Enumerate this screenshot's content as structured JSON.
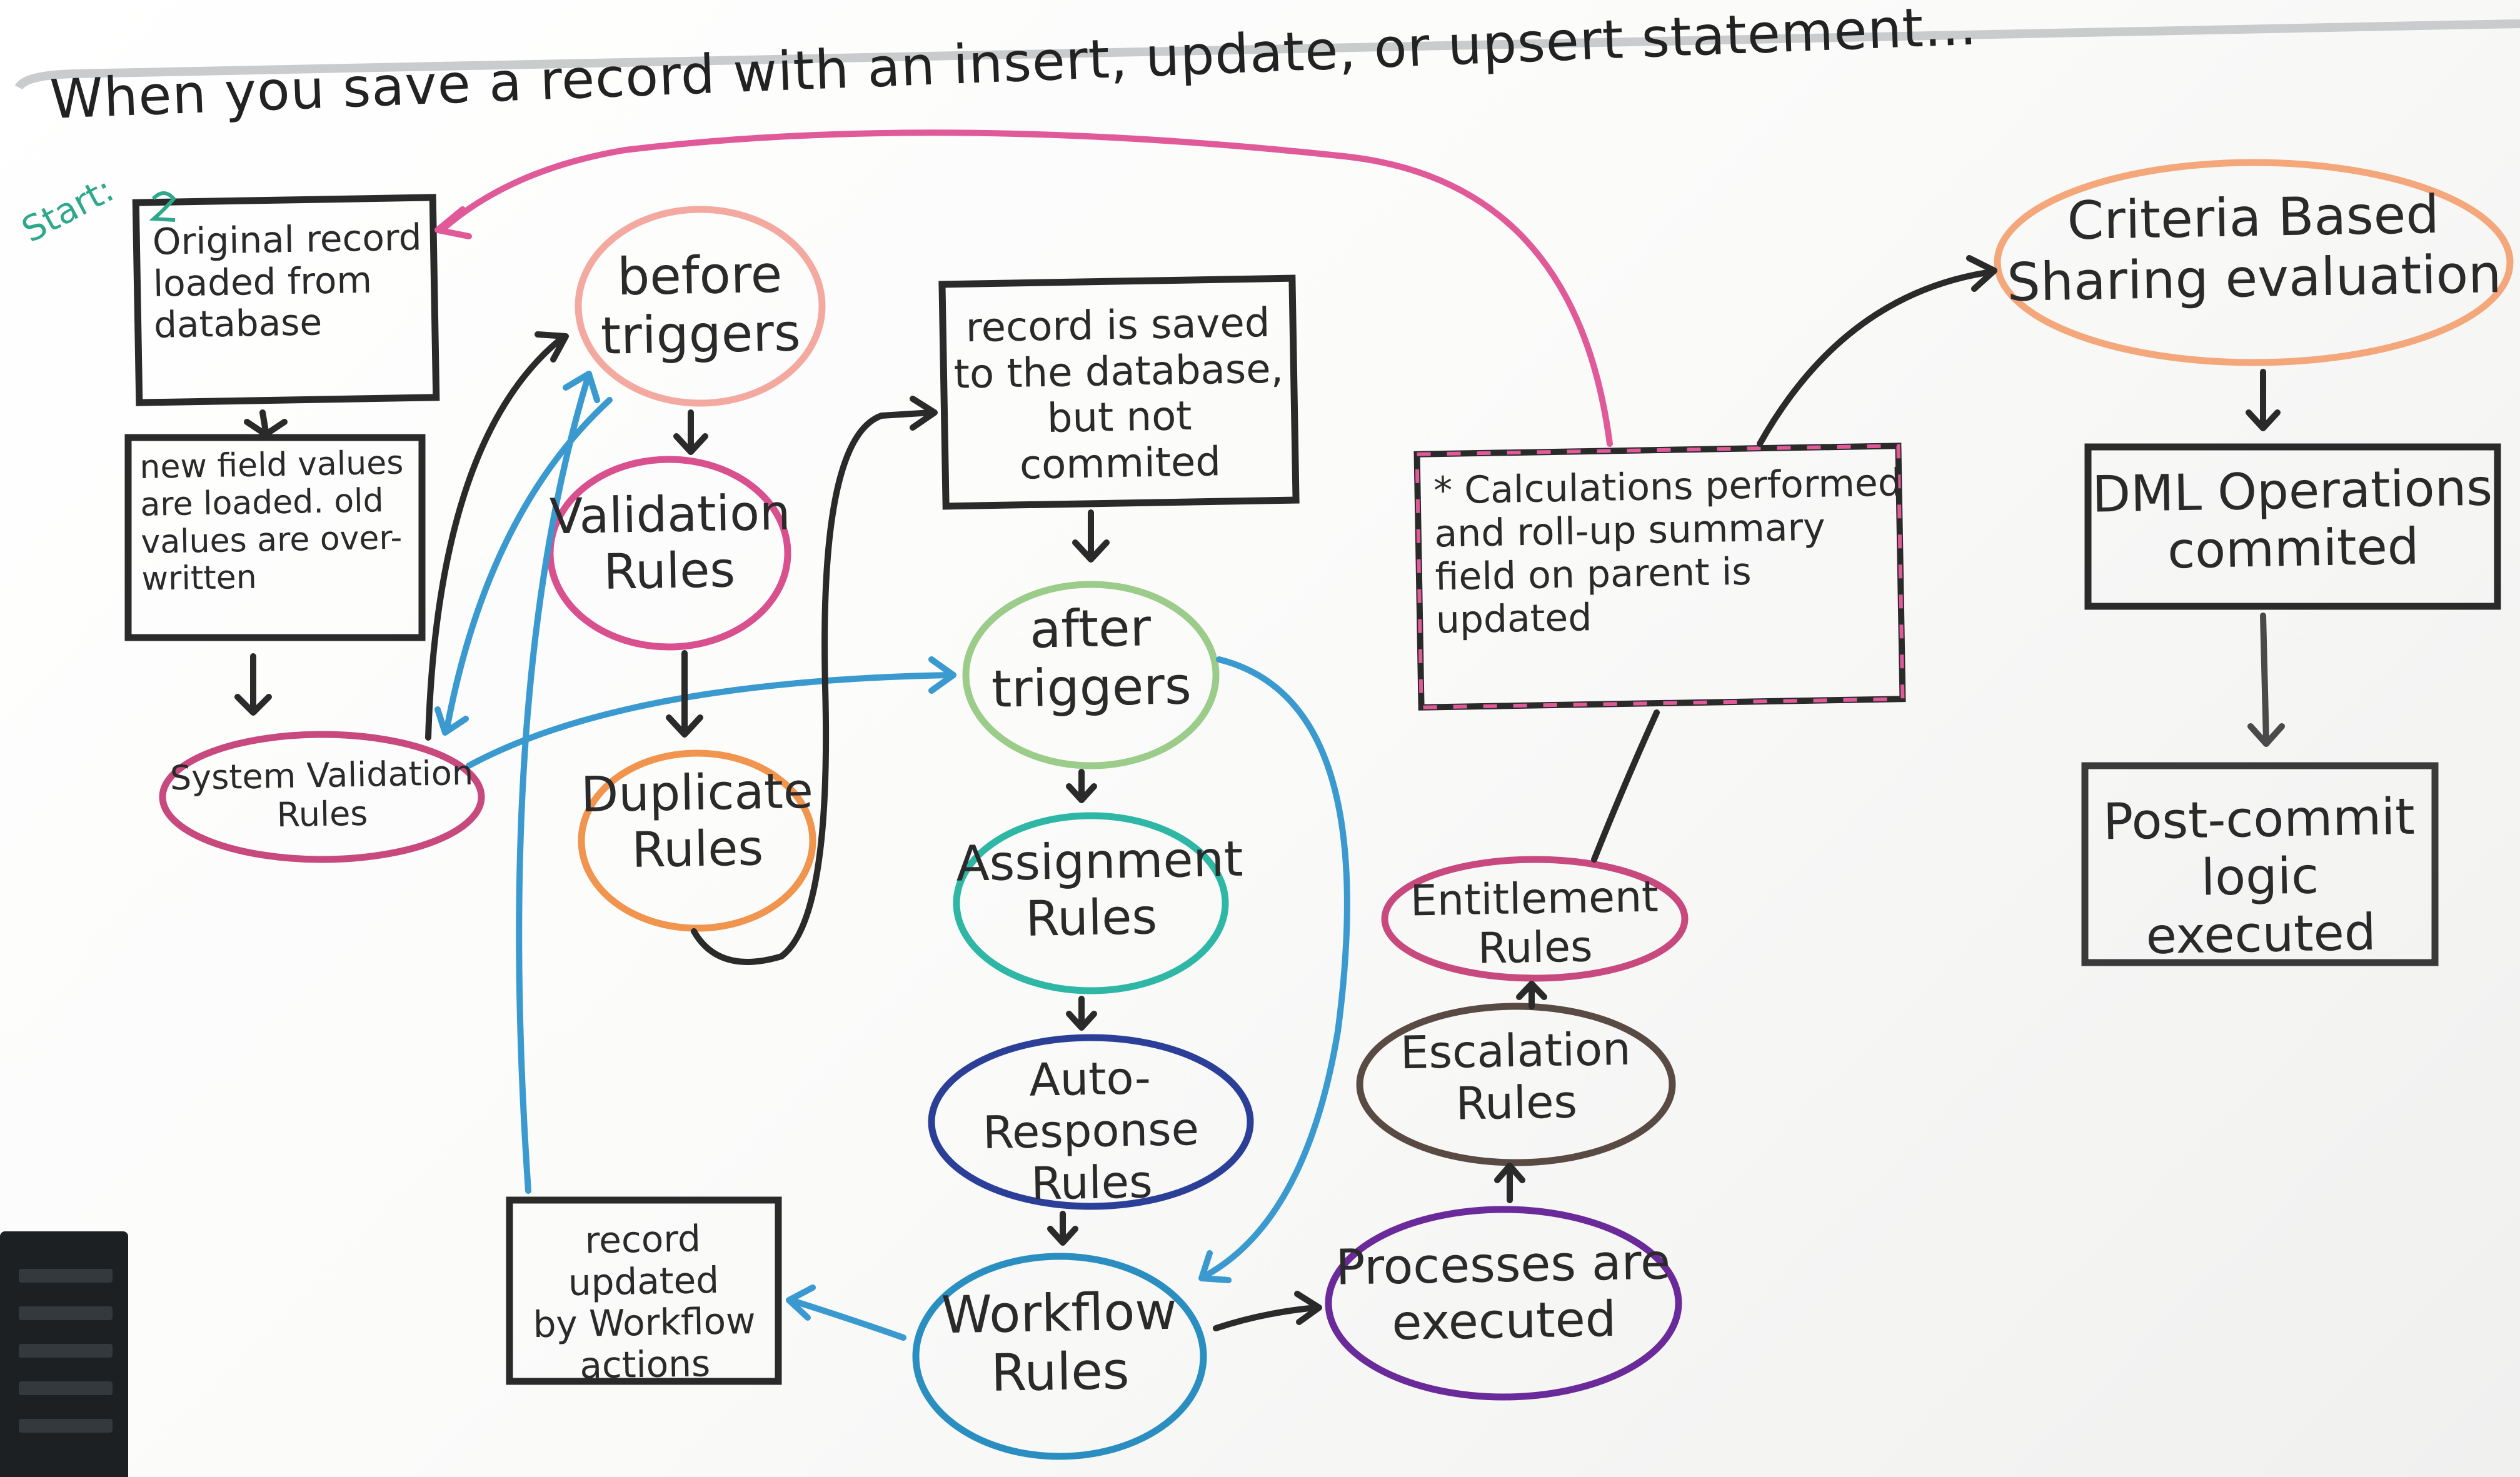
{
  "title": "When you save a record with an insert, update, or upsert statement...",
  "start_label": "Start:",
  "nodes": {
    "original_record": "Original record\nloaded from\ndatabase",
    "new_field_values": "new field values\nare loaded. old\nvalues are over-\nwritten",
    "system_validation": "System Validation\nRules",
    "before_triggers": "before\ntriggers",
    "validation_rules": "Validation\nRules",
    "duplicate_rules": "Duplicate\nRules",
    "record_saved": "record is saved\nto the database,\nbut not commited",
    "after_triggers": "after\ntriggers",
    "assignment_rules": "Assignment\nRules",
    "auto_response_rules": "Auto-Response\nRules",
    "workflow_rules": "Workflow\nRules",
    "record_updated_workflow": "record updated\nby Workflow\nactions",
    "processes_executed": "Processes are\nexecuted",
    "escalation_rules": "Escalation\nRules",
    "entitlement_rules": "Entitlement\nRules",
    "calculations": "* Calculations performed\nand roll-up summary\nfield on parent is\nupdated",
    "criteria_sharing": "Criteria Based\nSharing evaluation",
    "dml_committed": "DML Operations\ncommited",
    "post_commit": "Post-commit\nlogic executed"
  },
  "colors": {
    "ink_black": "#2a2a2a",
    "pink": "#d9508f",
    "peach": "#f4a77a",
    "magenta": "#c8497e",
    "orange": "#f0944e",
    "green": "#9ccc8a",
    "teal": "#2fb7a6",
    "navy": "#2b3f99",
    "blue": "#3a93c9",
    "purple": "#6b2a9a",
    "dark_brown": "#5a4a44",
    "grey": "#4a4a4a"
  }
}
